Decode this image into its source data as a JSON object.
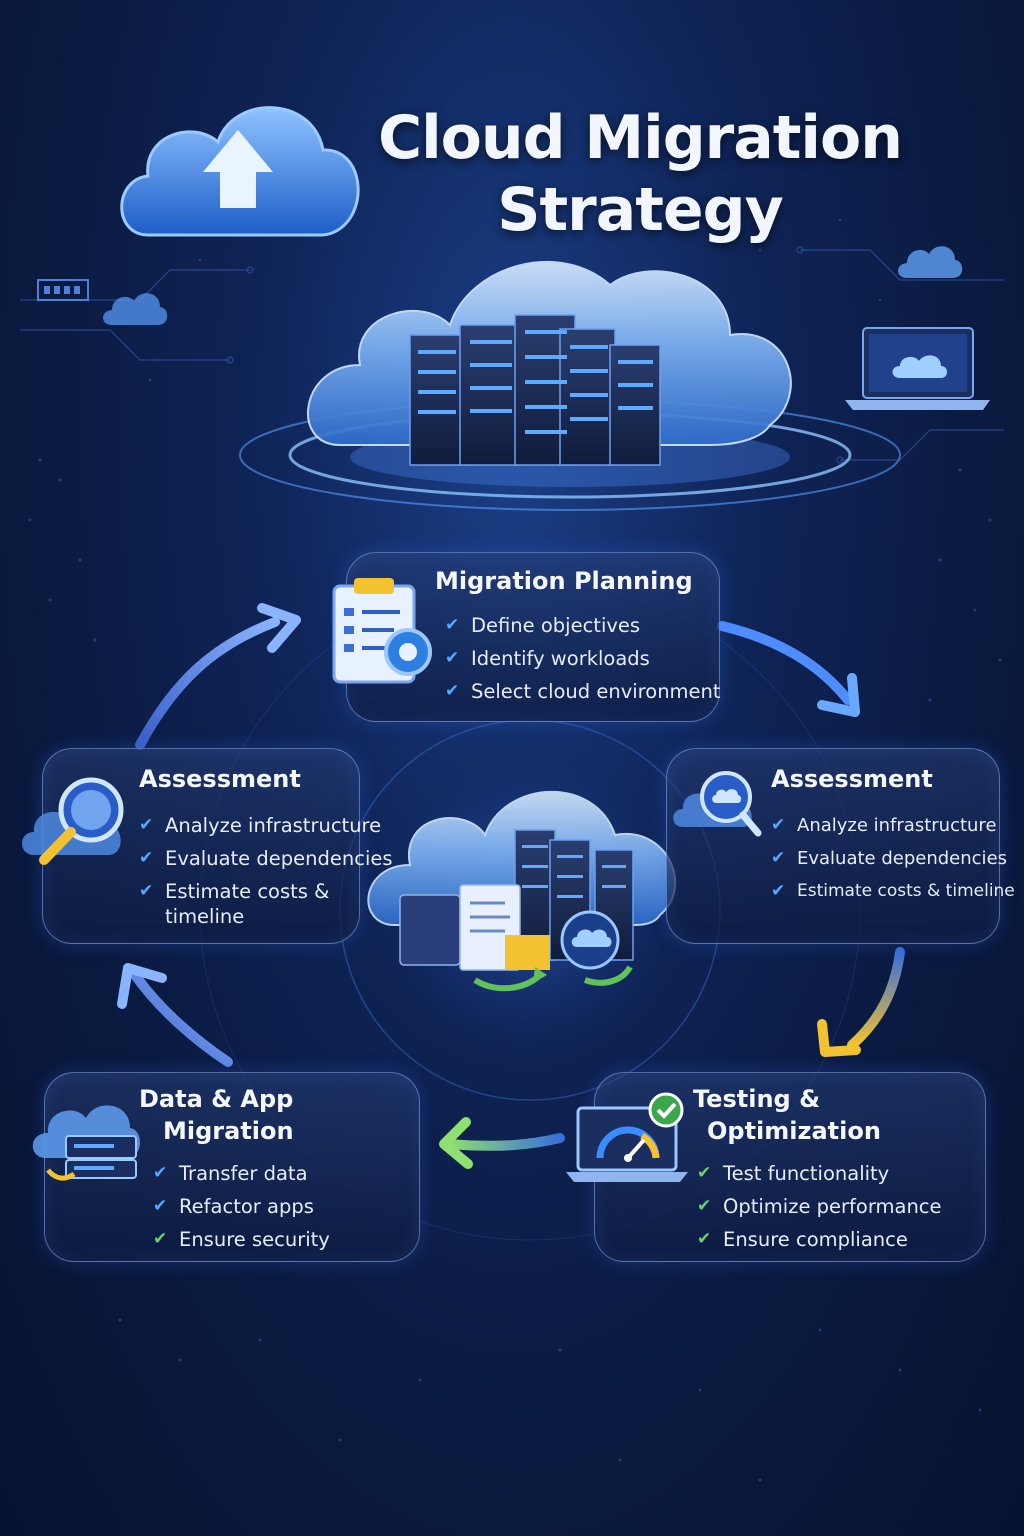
{
  "title": {
    "line1": "Cloud Migration",
    "line2": "Strategy"
  },
  "check_icon": "✔",
  "stages": {
    "planning": {
      "title": "Migration Planning",
      "icon": "clipboard-gear-icon",
      "items": [
        "Define objectives",
        "Identify workloads",
        "Select cloud environment"
      ]
    },
    "assessment_left": {
      "title": "Assessment",
      "icon": "magnifier-cloud-icon",
      "items": [
        "Analyze infrastructure",
        "Evaluate dependencies",
        "Estimate costs & timeline"
      ]
    },
    "assessment_right": {
      "title": "Assessment",
      "icon": "magnifier-cloud-icon",
      "items": [
        "Analyze infrastructure",
        "Evaluate dependencies",
        "Estimate costs & timeline"
      ]
    },
    "data_migration": {
      "title_line1": "Data & App",
      "title_line2": "Migration",
      "icon": "cloud-server-icon",
      "items": [
        "Transfer data",
        "Refactor apps",
        "Ensure security"
      ]
    },
    "testing": {
      "title_line1": "Testing &",
      "title_line2": "Optimization",
      "icon": "laptop-gauge-icon",
      "items": [
        "Test functionality",
        "Optimize performance",
        "Ensure compliance"
      ]
    }
  },
  "colors": {
    "background": "#0a1a40",
    "accent_blue": "#58a8ff",
    "accent_green": "#6cd06c",
    "accent_yellow": "#f2c230",
    "card_border": "#8cafeb"
  }
}
